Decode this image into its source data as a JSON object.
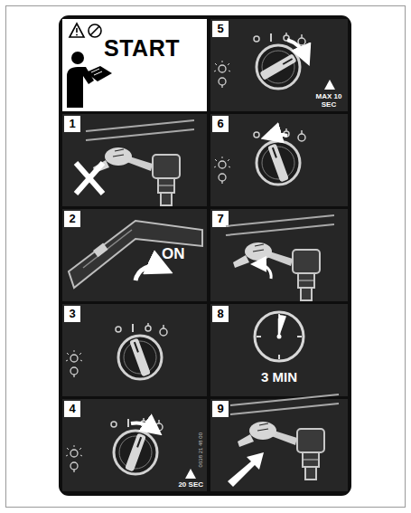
{
  "diagram": {
    "nodes": [
      {
        "text": [
          "START"
        ]
      },
      {
        "text": [
          "1"
        ]
      },
      {
        "text": [
          "2",
          "ON"
        ]
      },
      {
        "text": [
          "3"
        ]
      },
      {
        "text": [
          "4",
          "20 SEC"
        ]
      },
      {
        "text": [
          "5",
          "MAX 10 SEC"
        ]
      },
      {
        "text": [
          "6"
        ]
      },
      {
        "text": [
          "7"
        ]
      },
      {
        "text": [
          "8",
          "3 MIN"
        ]
      },
      {
        "text": [
          "9"
        ]
      }
    ],
    "labels": [
      "0638 21 48 00"
    ]
  }
}
